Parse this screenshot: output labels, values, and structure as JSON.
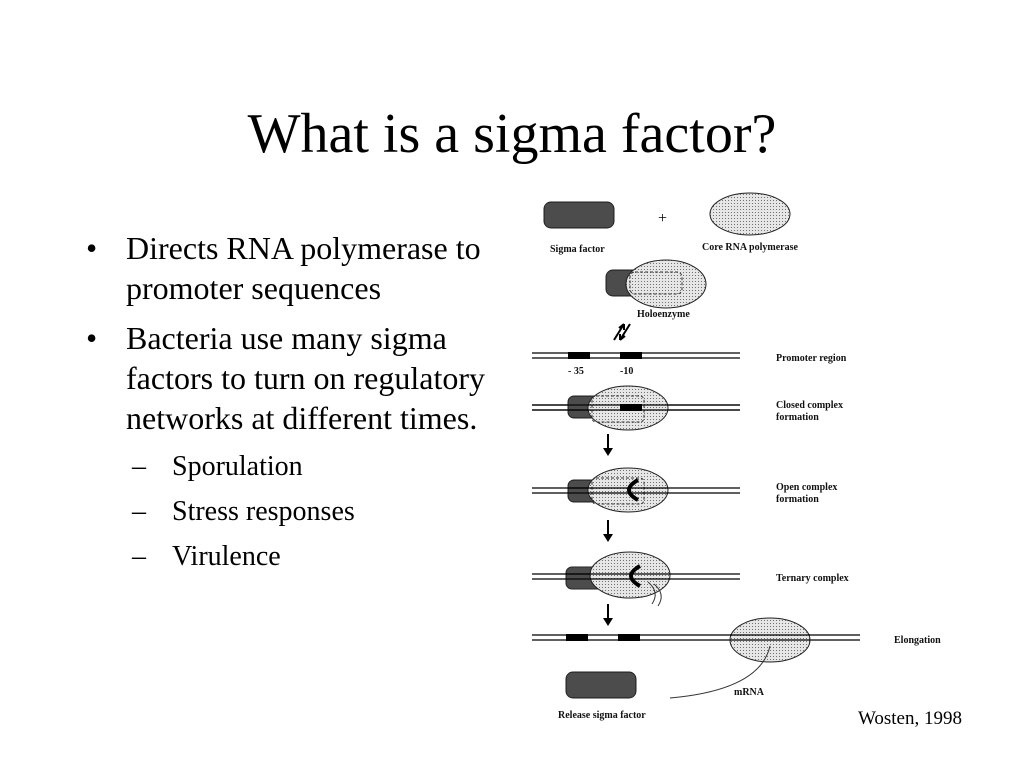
{
  "slide": {
    "title": "What is a sigma factor?",
    "bullets": [
      {
        "marker": "•",
        "text": "Directs RNA polymerase to promoter sequences"
      },
      {
        "marker": "•",
        "text": "Bacteria use many sigma factors to turn on regulatory networks at different times."
      }
    ],
    "sub_bullets": [
      {
        "marker": "–",
        "text": "Sporulation"
      },
      {
        "marker": "–",
        "text": "Stress responses"
      },
      {
        "marker": "–",
        "text": "Virulence"
      }
    ],
    "citation": "Wosten, 1998"
  },
  "diagram": {
    "plus": "+",
    "labels": {
      "sigma_factor": "Sigma factor",
      "core_polymerase": "Core RNA polymerase",
      "holoenzyme": "Holoenzyme",
      "promoter_region": "Promoter region",
      "minus35": "- 35",
      "minus10": "-10",
      "closed_complex_1": "Closed complex",
      "closed_complex_2": "formation",
      "open_complex_1": "Open complex",
      "open_complex_2": "formation",
      "ternary_complex": "Ternary complex",
      "elongation": "Elongation",
      "mrna": "mRNA",
      "release": "Release sigma factor"
    }
  }
}
